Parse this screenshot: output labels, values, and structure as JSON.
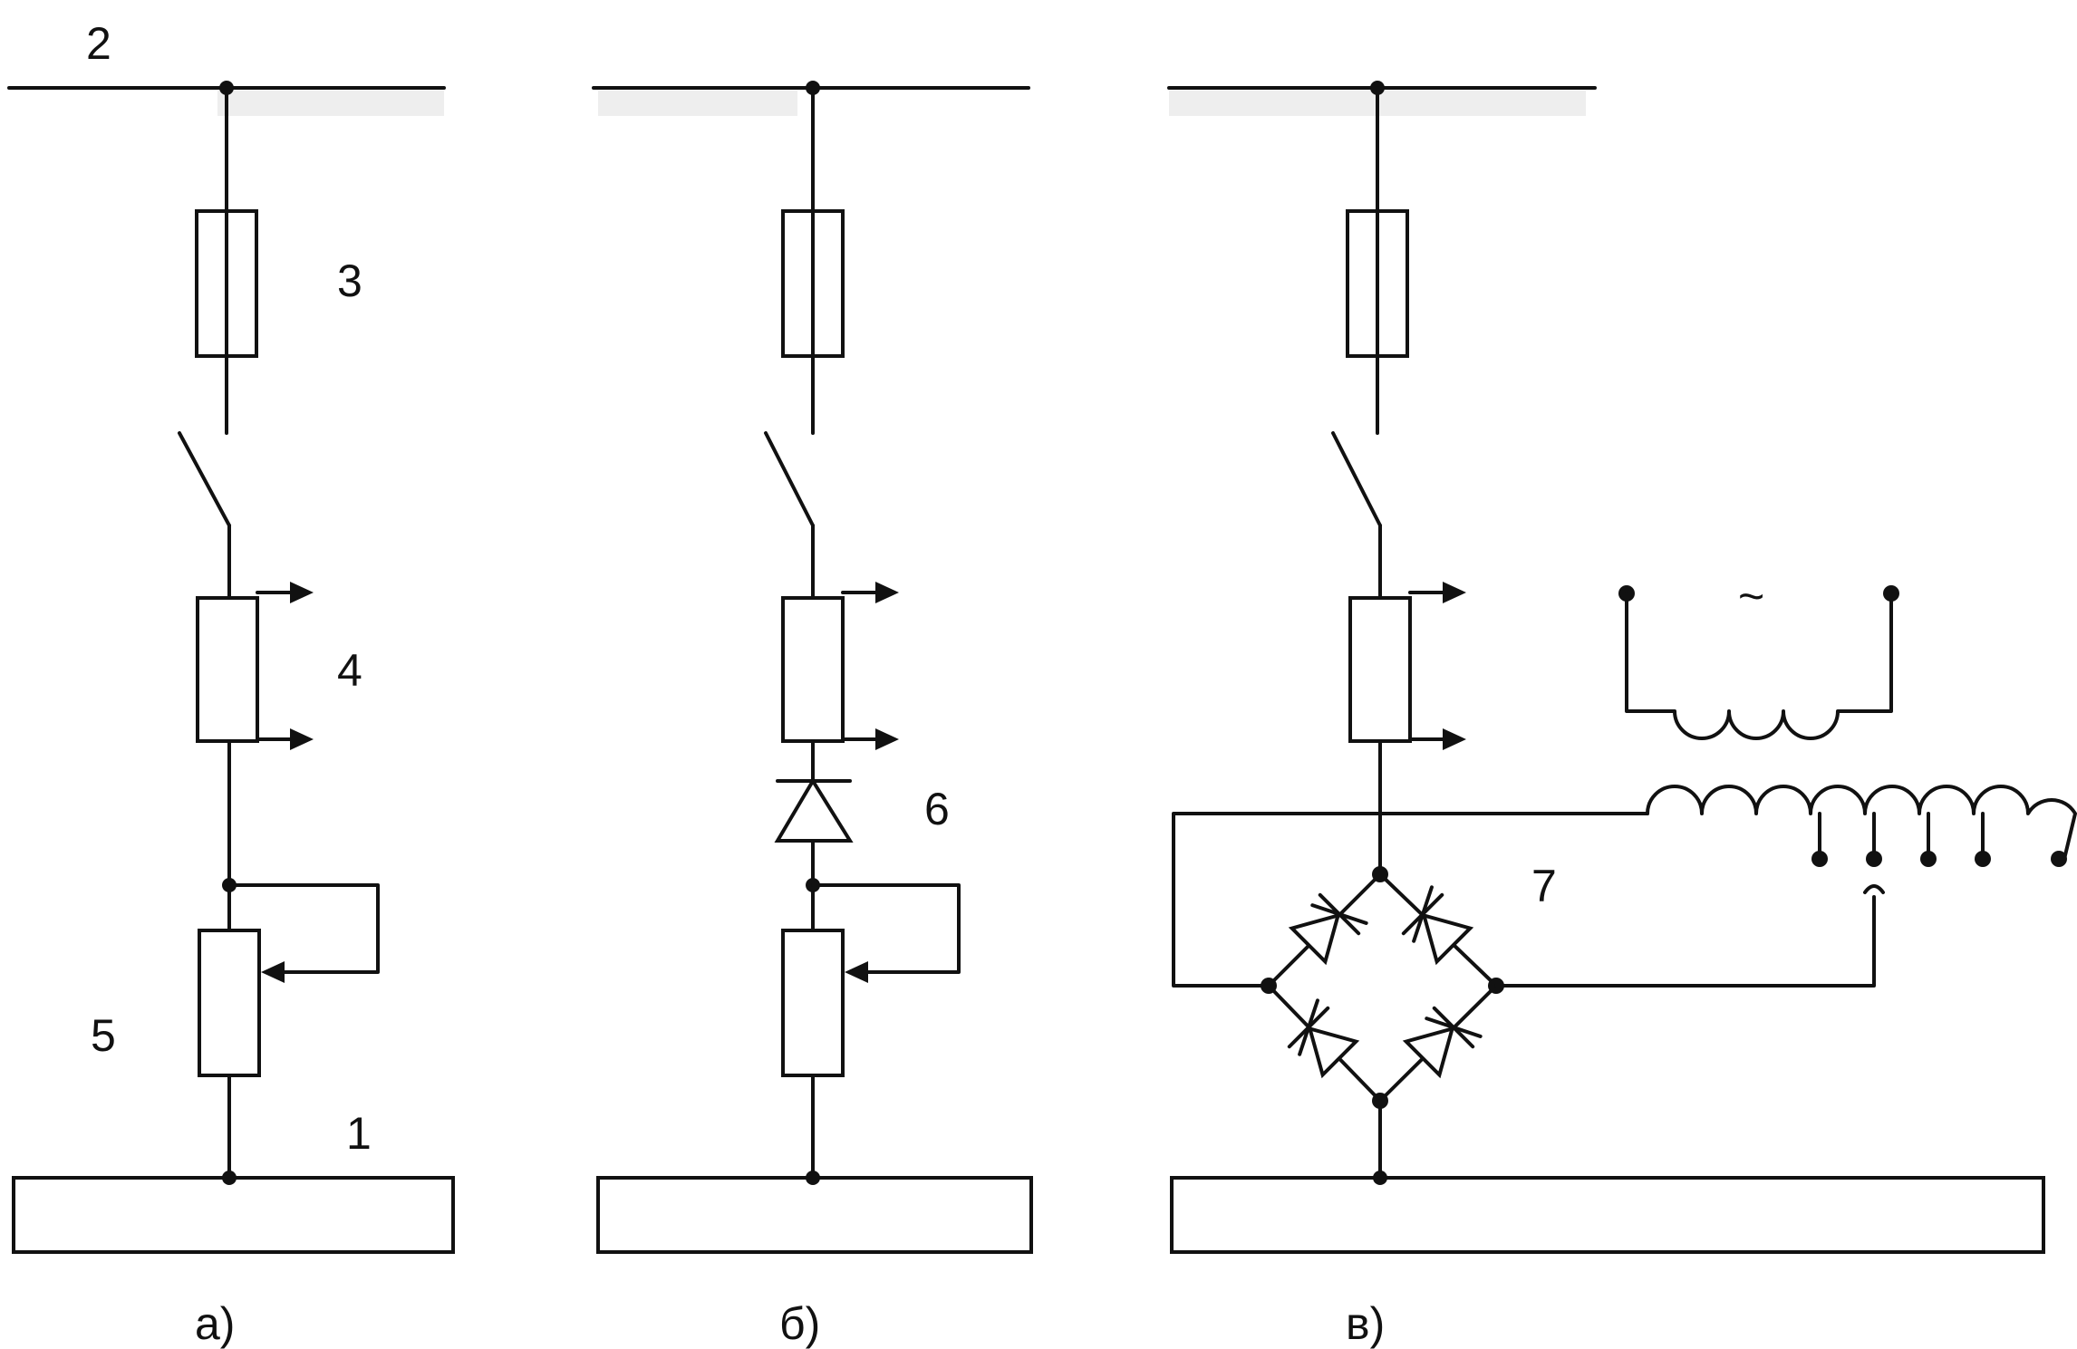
{
  "labels": {
    "bus": "2",
    "fuse": "3",
    "relay": "4",
    "rheostat": "5",
    "ground_electrode": "1",
    "diode": "6",
    "bridge": "7",
    "ac_source": "~"
  },
  "captions": {
    "a": "а)",
    "b": "б)",
    "c": "в)"
  }
}
